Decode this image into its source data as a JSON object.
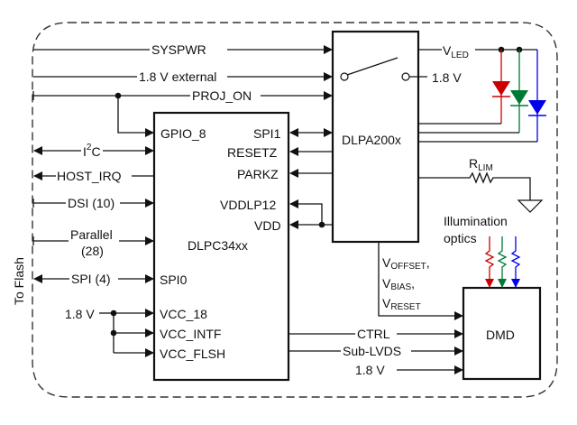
{
  "diagram": {
    "title": "",
    "colors": {
      "red_led": "#cc0000",
      "green_led": "#007a33",
      "blue_led": "#0000ee",
      "line": "#111111"
    },
    "boundary": {
      "label": "To Flash"
    },
    "blocks": {
      "dlpc": {
        "name": "DLPC34xx"
      },
      "dlpa": {
        "name": "DLPA200x"
      },
      "dmd": {
        "name": "DMD"
      }
    },
    "top_signals": {
      "syspwr": "SYSPWR",
      "ext_18v": "1.8 V external",
      "proj_on": "PROJ_ON"
    },
    "left_signals": {
      "i2c_main": "I",
      "i2c_sup": "2",
      "i2c_tail": "C",
      "host_irq": "HOST_IRQ",
      "dsi": "DSI (10)",
      "parallel_line1": "Parallel",
      "parallel_line2": "(28)",
      "spi": "SPI (4)",
      "v18": "1.8 V"
    },
    "dlpc_pins_left": {
      "gpio8": "GPIO_8",
      "spi0": "SPI0",
      "vcc18": "VCC_18",
      "vcc_intf": "VCC_INTF",
      "vcc_flsh": "VCC_FLSH"
    },
    "dlpc_pins_right": {
      "spi1": "SPI1",
      "resetz": "RESETZ",
      "parkz": "PARKZ",
      "vddlp12": "VDDLP12",
      "vdd": "VDD"
    },
    "dlpa_outputs": {
      "vled_main": "V",
      "vled_sub": "LED",
      "v18_out": "1.8 V",
      "rlim_main": "R",
      "rlim_sub": "LIM"
    },
    "dmd_inputs": {
      "voffset_main": "V",
      "voffset_sub": "OFFSET",
      "voffset_tail": ",",
      "vbias_main": "V",
      "vbias_sub": "BIAS",
      "vbias_tail": ",",
      "vreset_main": "V",
      "vreset_sub": "RESET",
      "ctrl": "CTRL",
      "sub_lvds": "Sub-LVDS",
      "v18": "1.8 V"
    },
    "optics": {
      "line1": "Illumination",
      "line2": "optics"
    }
  }
}
